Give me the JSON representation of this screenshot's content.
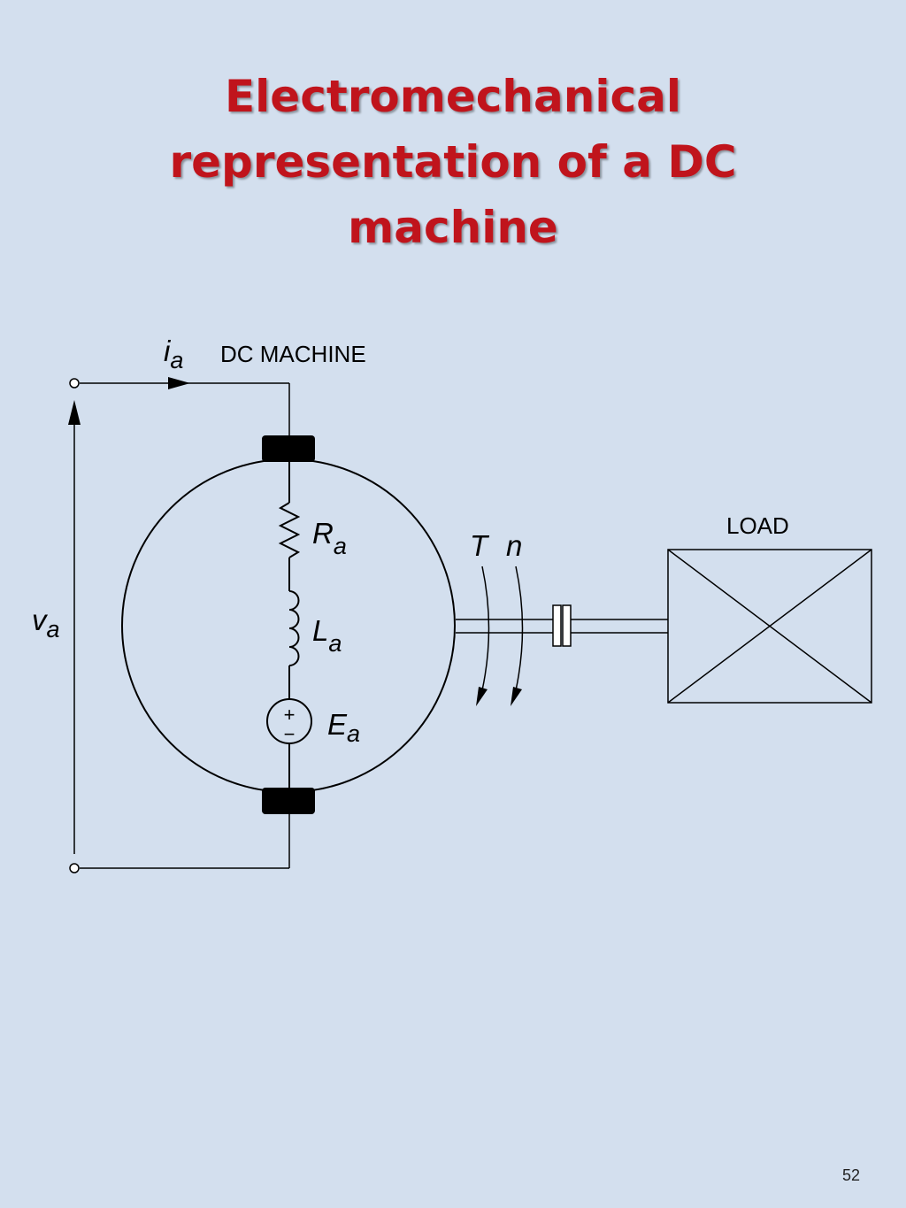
{
  "title": {
    "line1": "Electromechanical",
    "line2": "representation of a DC",
    "line3": "machine"
  },
  "diagram": {
    "machine_label": "DC MACHINE",
    "load_label": "LOAD",
    "current": {
      "sym": "i",
      "sub": "a"
    },
    "voltage": {
      "sym": "v",
      "sub": "a"
    },
    "resistance": {
      "sym": "R",
      "sub": "a"
    },
    "inductance": {
      "sym": "L",
      "sub": "a"
    },
    "emf": {
      "sym": "E",
      "sub": "a"
    },
    "torque": "T",
    "speed": "n",
    "plus": "+",
    "minus": "−"
  },
  "colors": {
    "title": "#c0141c",
    "background": "#d3dfee"
  },
  "page_number": "52"
}
